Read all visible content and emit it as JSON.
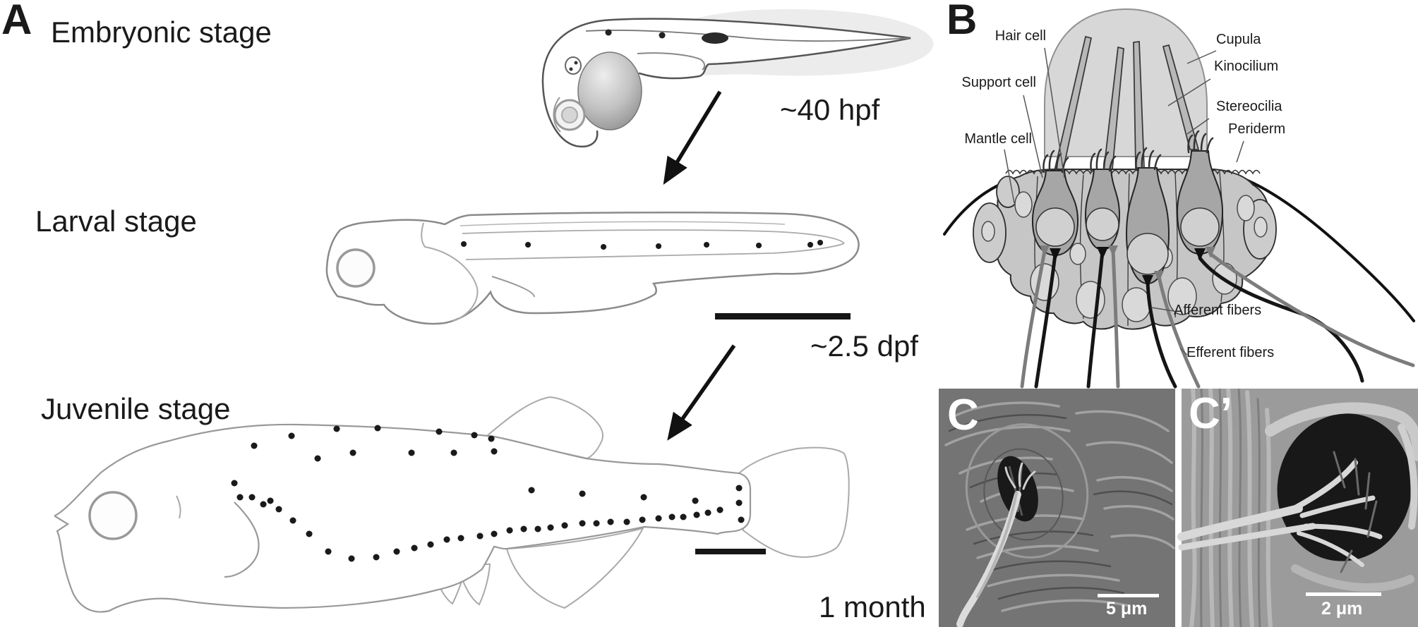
{
  "figure": {
    "panels": {
      "A": {
        "label": "A",
        "stages": [
          {
            "name": "Embryonic stage",
            "time": "~40 hpf"
          },
          {
            "name": "Larval stage",
            "time": "~2.5 dpf"
          },
          {
            "name": "Juvenile stage",
            "time": "1 month"
          }
        ]
      },
      "B": {
        "label": "B",
        "labels": {
          "hair_cell": "Hair cell",
          "support_cell": "Support cell",
          "mantle_cell": "Mantle cell",
          "cupula": "Cupula",
          "kinocilium": "Kinocilium",
          "stereocilia": "Stereocilia",
          "periderm": "Periderm",
          "afferent_fibers": "Afferent fibers",
          "efferent_fibers": "Efferent fibers"
        }
      },
      "C": {
        "label": "C",
        "scale_bar": "5 μm"
      },
      "C_prime": {
        "label": "C’",
        "scale_bar": "2 μm"
      }
    },
    "colors": {
      "text": "#1a1a1a",
      "cupula": "#d7d7d7",
      "hair_cell": "#a6a6a6",
      "support_cell": "#c6c6c6",
      "nucleus": "#d8d8d8",
      "afferent_fiber": "#151515",
      "efferent_fiber": "#7c7c7c",
      "sem_dark": "#747474",
      "sem_light": "#9b9b9b"
    }
  }
}
